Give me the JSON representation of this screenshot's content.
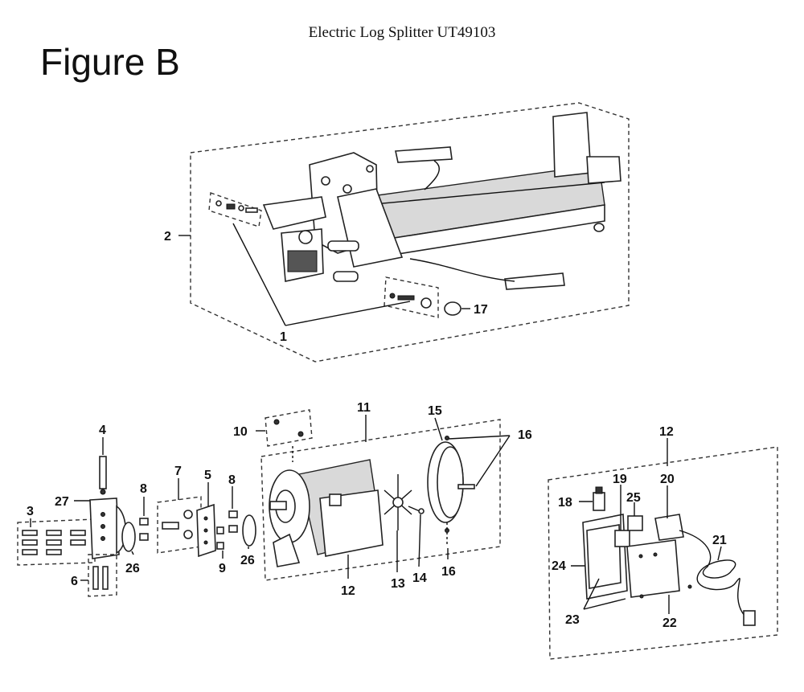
{
  "header": {
    "document_title": "Electric Log Splitter UT49103",
    "figure_title": "Figure B"
  },
  "callouts": {
    "c1": "1",
    "c2": "2",
    "c3": "3",
    "c4": "4",
    "c5": "5",
    "c6": "6",
    "c7": "7",
    "c8a": "8",
    "c8b": "8",
    "c9": "9",
    "c10": "10",
    "c11": "11",
    "c12a": "12",
    "c12b": "12",
    "c13": "13",
    "c14": "14",
    "c15": "15",
    "c16a": "16",
    "c16b": "16",
    "c17": "17",
    "c18": "18",
    "c19": "19",
    "c20": "20",
    "c21": "21",
    "c22": "22",
    "c23": "23",
    "c24": "24",
    "c25": "25",
    "c26a": "26",
    "c26b": "26",
    "c27": "27"
  }
}
